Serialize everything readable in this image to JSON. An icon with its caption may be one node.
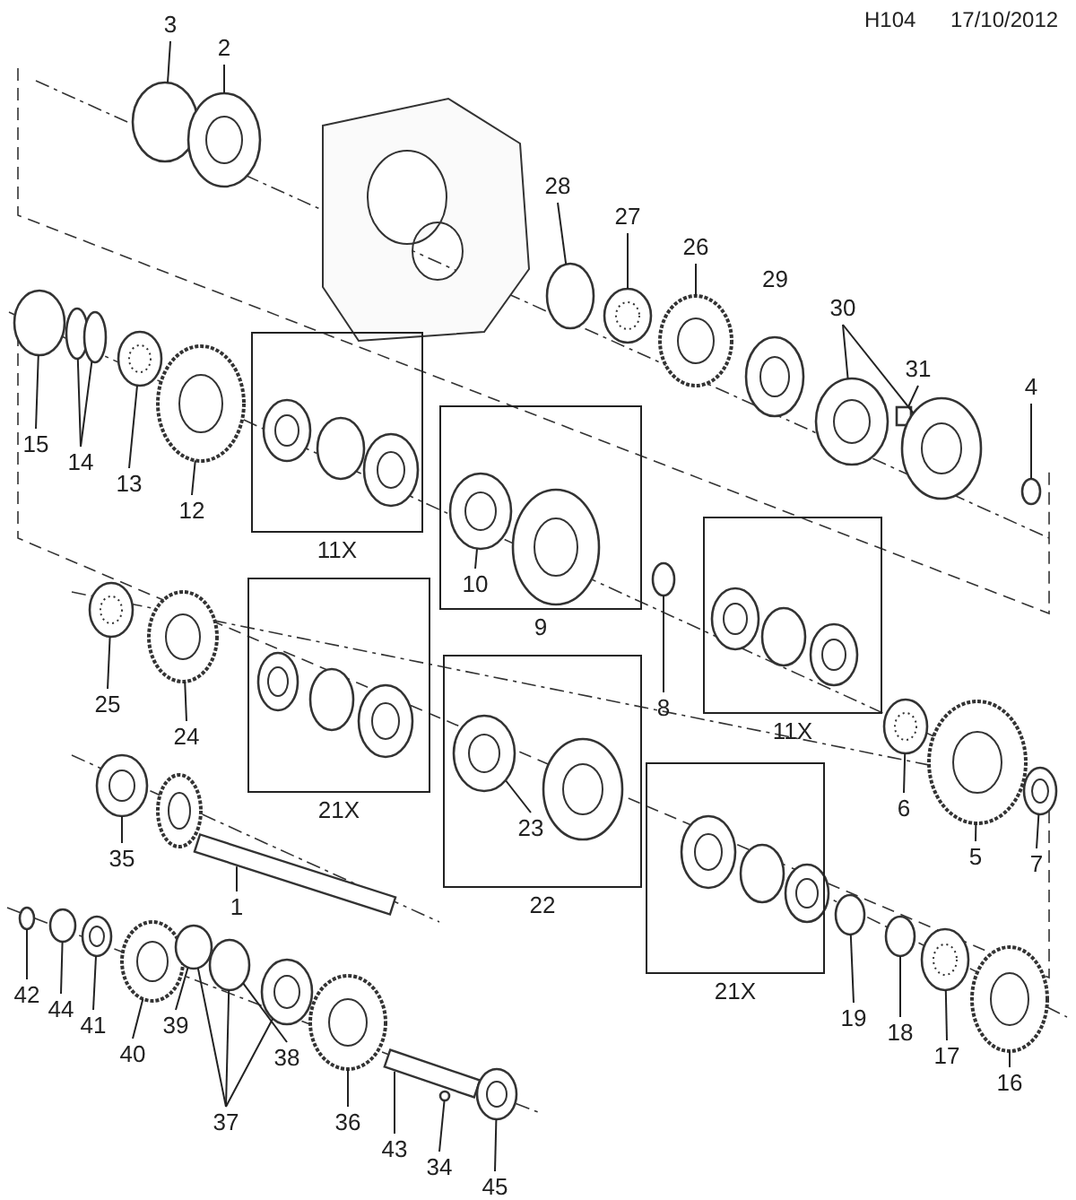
{
  "diagram": {
    "nodes": [
      {
        "text": [
          "3"
        ]
      },
      {
        "text": [
          "2"
        ]
      },
      {
        "text": [
          "28"
        ]
      },
      {
        "text": [
          "27"
        ]
      },
      {
        "text": [
          "26"
        ]
      },
      {
        "text": [
          "30"
        ]
      },
      {
        "text": [
          "31"
        ]
      },
      {
        "text": [
          "4"
        ]
      },
      {
        "text": [
          "15"
        ]
      },
      {
        "text": [
          "14"
        ]
      },
      {
        "text": [
          "13"
        ]
      },
      {
        "text": [
          "12"
        ]
      },
      {
        "text": [
          "11X"
        ]
      },
      {
        "text": [
          "9"
        ]
      },
      {
        "text": [
          "10"
        ],
        "in": 13
      },
      {
        "text": [
          "8"
        ]
      },
      {
        "text": [
          "11X"
        ]
      },
      {
        "text": [
          "25"
        ]
      },
      {
        "text": [
          "24"
        ]
      },
      {
        "text": [
          "21X"
        ]
      },
      {
        "text": [
          "22"
        ]
      },
      {
        "text": [
          "23"
        ],
        "in": 20
      },
      {
        "text": [
          "6"
        ]
      },
      {
        "text": [
          "5"
        ]
      },
      {
        "text": [
          "7"
        ]
      },
      {
        "text": [
          "35"
        ]
      },
      {
        "text": [
          "1"
        ]
      },
      {
        "text": [
          "21X"
        ]
      },
      {
        "text": [
          "42"
        ]
      },
      {
        "text": [
          "44"
        ]
      },
      {
        "text": [
          "41"
        ]
      },
      {
        "text": [
          "40"
        ]
      },
      {
        "text": [
          "39"
        ]
      },
      {
        "text": [
          "38"
        ]
      },
      {
        "text": [
          "37"
        ]
      },
      {
        "text": [
          "36"
        ]
      },
      {
        "text": [
          "43"
        ]
      },
      {
        "text": [
          "34"
        ]
      },
      {
        "text": [
          "45"
        ]
      },
      {
        "text": [
          "19"
        ]
      },
      {
        "text": [
          "18"
        ]
      },
      {
        "text": [
          "17"
        ]
      },
      {
        "text": [
          "16"
        ]
      },
      {
        "text": [],
        "shape": "circle"
      },
      {
        "text": [],
        "shape": "picture"
      },
      {
        "text": [],
        "shape": "circle"
      },
      {
        "text": [],
        "shape": "picture"
      },
      {
        "text": [],
        "shape": "picture"
      },
      {
        "text": [],
        "shape": "picture"
      },
      {
        "text": [],
        "shape": "picture"
      },
      {
        "text": [],
        "shape": "box"
      },
      {
        "text": [],
        "shape": "picture"
      },
      {
        "text": [],
        "shape": "circle"
      },
      {
        "text": [],
        "shape": "circle"
      },
      {
        "text": [],
        "shape": "circle"
      },
      {
        "text": [],
        "shape": "picture"
      },
      {
        "text": [],
        "shape": "picture"
      },
      {
        "text": [],
        "shape": "picture",
        "in": 12
      },
      {
        "text": [],
        "shape": "circle",
        "in": 12
      },
      {
        "text": [],
        "shape": "picture",
        "in": 12
      },
      {
        "text": [],
        "shape": "picture",
        "in": 13
      },
      {
        "text": [],
        "shape": "picture",
        "in": 13
      },
      {
        "text": [],
        "shape": "circle"
      },
      {
        "text": [],
        "shape": "picture",
        "in": 16
      },
      {
        "text": [],
        "shape": "circle",
        "in": 16
      },
      {
        "text": [],
        "shape": "picture",
        "in": 16
      },
      {
        "text": [],
        "shape": "picture"
      },
      {
        "text": [],
        "shape": "picture"
      },
      {
        "text": [],
        "shape": "picture"
      },
      {
        "text": [],
        "shape": "picture"
      },
      {
        "text": [],
        "shape": "picture"
      },
      {
        "text": [],
        "shape": "picture",
        "in": 19
      },
      {
        "text": [],
        "shape": "circle",
        "in": 19
      },
      {
        "text": [],
        "shape": "picture",
        "in": 19
      },
      {
        "text": [],
        "shape": "picture",
        "in": 20
      },
      {
        "text": [],
        "shape": "picture",
        "in": 20
      },
      {
        "text": [],
        "shape": "picture"
      },
      {
        "text": [],
        "shape": "picture"
      },
      {
        "text": [],
        "shape": "bar"
      },
      {
        "text": [],
        "shape": "bar"
      },
      {
        "text": [],
        "shape": "picture",
        "in": 27
      },
      {
        "text": [],
        "shape": "circle",
        "in": 27
      },
      {
        "text": [],
        "shape": "picture",
        "in": 27
      },
      {
        "text": [],
        "shape": "circle"
      },
      {
        "text": [],
        "shape": "circle"
      },
      {
        "text": [],
        "shape": "picture"
      },
      {
        "text": [],
        "shape": "picture"
      },
      {
        "text": [],
        "shape": "circle"
      },
      {
        "text": [],
        "shape": "circle"
      },
      {
        "text": [],
        "shape": "picture"
      },
      {
        "text": [],
        "shape": "picture"
      },
      {
        "text": [],
        "shape": "circle"
      },
      {
        "text": [],
        "shape": "circle"
      },
      {
        "text": [],
        "shape": "picture"
      },
      {
        "text": [],
        "shape": "picture"
      },
      {
        "text": [],
        "shape": "picture"
      },
      {
        "text": [],
        "shape": "circle"
      },
      {
        "text": [],
        "shape": "circle"
      }
    ],
    "edges": [
      {
        "from": 0,
        "to": 43,
        "arrow": "none"
      },
      {
        "from": 1,
        "to": 44,
        "arrow": "none"
      },
      {
        "from": 2,
        "to": 45,
        "arrow": "none"
      },
      {
        "from": 3,
        "to": 46,
        "arrow": "none"
      },
      {
        "from": 4,
        "to": 47,
        "arrow": "none"
      },
      {
        "from": 5,
        "to": 49,
        "arrow": "none"
      },
      {
        "from": 5,
        "to": 51,
        "arrow": "none"
      },
      {
        "from": 6,
        "to": 50,
        "arrow": "none"
      },
      {
        "from": 7,
        "to": 52,
        "arrow": "none"
      },
      {
        "from": 8,
        "to": 53,
        "arrow": "none"
      },
      {
        "from": 9,
        "to": 54,
        "arrow": "none"
      },
      {
        "from": 9,
        "to": 97,
        "arrow": "none"
      },
      {
        "from": 10,
        "to": 55,
        "arrow": "none"
      },
      {
        "from": 11,
        "to": 56,
        "arrow": "none"
      },
      {
        "from": 14,
        "to": 60,
        "arrow": "none"
      },
      {
        "from": 15,
        "to": 62,
        "arrow": "none"
      },
      {
        "from": 17,
        "to": 69,
        "arrow": "none"
      },
      {
        "from": 18,
        "to": 70,
        "arrow": "none"
      },
      {
        "from": 21,
        "to": 74,
        "arrow": "none"
      },
      {
        "from": 22,
        "to": 66,
        "arrow": "none"
      },
      {
        "from": 23,
        "to": 67,
        "arrow": "none"
      },
      {
        "from": 24,
        "to": 68,
        "arrow": "none"
      },
      {
        "from": 25,
        "to": 76,
        "arrow": "none"
      },
      {
        "from": 26,
        "to": 78,
        "arrow": "none"
      },
      {
        "from": 28,
        "to": 87,
        "arrow": "none"
      },
      {
        "from": 29,
        "to": 88,
        "arrow": "none"
      },
      {
        "from": 30,
        "to": 89,
        "arrow": "none"
      },
      {
        "from": 31,
        "to": 90,
        "arrow": "none"
      },
      {
        "from": 32,
        "to": 91,
        "arrow": "none"
      },
      {
        "from": 33,
        "to": 92,
        "arrow": "none"
      },
      {
        "from": 34,
        "to": 91,
        "arrow": "none"
      },
      {
        "from": 34,
        "to": 92,
        "arrow": "none"
      },
      {
        "from": 34,
        "to": 93,
        "arrow": "none"
      },
      {
        "from": 35,
        "to": 94,
        "arrow": "none"
      },
      {
        "from": 36,
        "to": 79,
        "arrow": "none"
      },
      {
        "from": 37,
        "to": 96,
        "arrow": "none"
      },
      {
        "from": 38,
        "to": 95,
        "arrow": "none"
      },
      {
        "from": 39,
        "to": 83,
        "arrow": "none"
      },
      {
        "from": 40,
        "to": 84,
        "arrow": "none"
      },
      {
        "from": 41,
        "to": 85,
        "arrow": "none"
      },
      {
        "from": 42,
        "to": 86,
        "arrow": "none"
      }
    ],
    "labels": [
      "H104",
      "17/10/2012",
      "29"
    ]
  }
}
